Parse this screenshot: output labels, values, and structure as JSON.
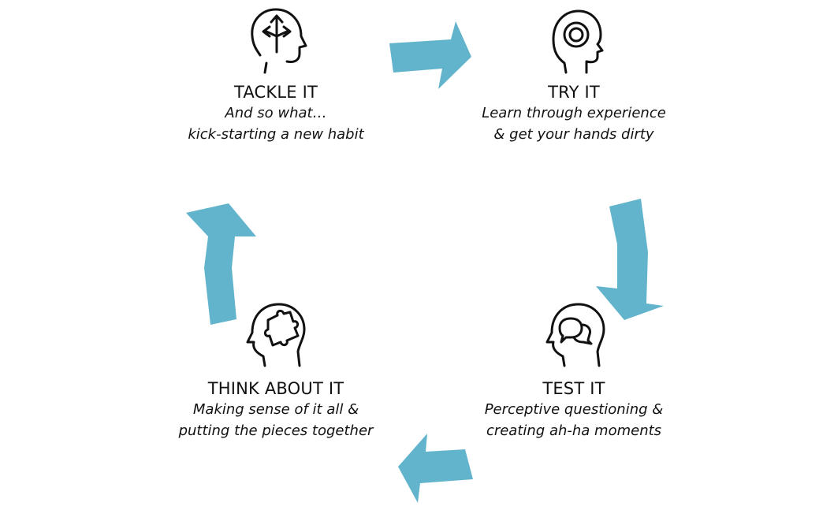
{
  "arrow_color": "#62b4cc",
  "steps": [
    {
      "title": "TACKLE IT",
      "lines": [
        "And so what…",
        "kick-starting a new habit"
      ],
      "icon": "head-with-branching-arrows-icon"
    },
    {
      "title": "TRY IT",
      "lines": [
        "Learn through experience",
        "& get your hands dirty"
      ],
      "icon": "head-with-gear-icon"
    },
    {
      "title": "TEST IT",
      "lines": [
        "Perceptive questioning &",
        "creating ah-ha moments"
      ],
      "icon": "head-with-speech-bubbles-icon"
    },
    {
      "title": "THINK ABOUT IT",
      "lines": [
        "Making sense of it all &",
        "putting the pieces together"
      ],
      "icon": "head-with-puzzle-piece-icon"
    }
  ]
}
